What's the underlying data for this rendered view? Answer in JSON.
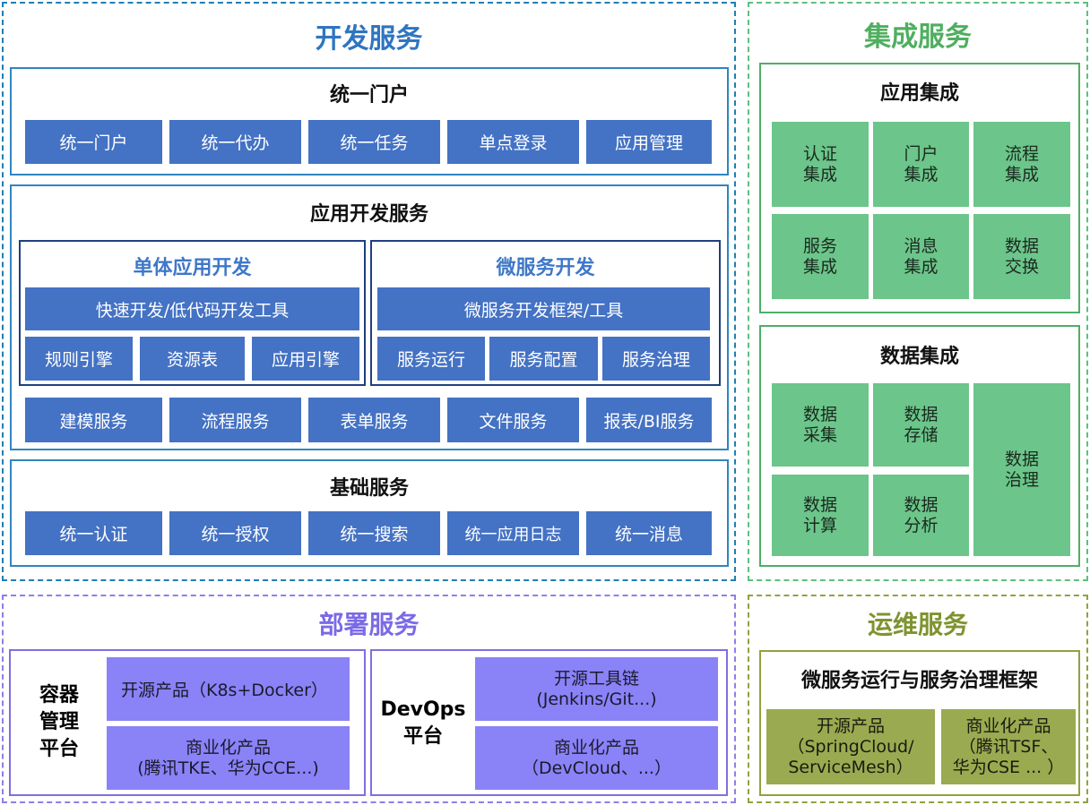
{
  "dev": {
    "title": "开发服务",
    "portal": {
      "title": "统一门户",
      "items": [
        "统一门户",
        "统一代办",
        "统一任务",
        "单点登录",
        "应用管理"
      ]
    },
    "app_dev": {
      "title": "应用开发服务",
      "mono": {
        "title": "单体应用开发",
        "tool": "快速开发/低代码开发工具",
        "items": [
          "规则引擎",
          "资源表",
          "应用引擎"
        ]
      },
      "micro": {
        "title": "微服务开发",
        "tool": "微服务开发框架/工具",
        "items": [
          "服务运行",
          "服务配置",
          "服务治理"
        ]
      },
      "items": [
        "建模服务",
        "流程服务",
        "表单服务",
        "文件服务",
        "报表/BI服务"
      ]
    },
    "base": {
      "title": "基础服务",
      "items": [
        "统一认证",
        "统一授权",
        "统一搜索",
        "统一应用日志",
        "统一消息"
      ]
    }
  },
  "integration": {
    "title": "集成服务",
    "app": {
      "title": "应用集成",
      "items": [
        "认证\n集成",
        "门户\n集成",
        "流程\n集成",
        "服务\n集成",
        "消息\n集成",
        "数据\n交换"
      ]
    },
    "data": {
      "title": "数据集成",
      "items": [
        "数据\n采集",
        "数据\n存储",
        "数据\n计算",
        "数据\n分析"
      ],
      "governance": "数据\n治理"
    }
  },
  "deploy": {
    "title": "部署服务",
    "container": {
      "title": "容器\n管理\n平台",
      "open": "开源产品（K8s+Docker）",
      "commercial": "商业化产品\n(腾讯TKE、华为CCE...)"
    },
    "devops": {
      "title": "DevOps\n平台",
      "open": "开源工具链\n(Jenkins/Git...)",
      "commercial": "商业化产品\n（DevCloud、...）"
    }
  },
  "ops": {
    "title": "运维服务",
    "framework": {
      "title": "微服务运行与服务治理框架",
      "open": "开源产品\n（SpringCloud/\nServiceMesh）",
      "commercial": "商业化产品\n（腾讯TSF、\n华为CSE ... ）"
    }
  },
  "colors": {
    "dev_title": "#2f75c0",
    "integration_title": "#4faf5f",
    "deploy_title": "#7a6ae6",
    "ops_title": "#7f9330"
  }
}
